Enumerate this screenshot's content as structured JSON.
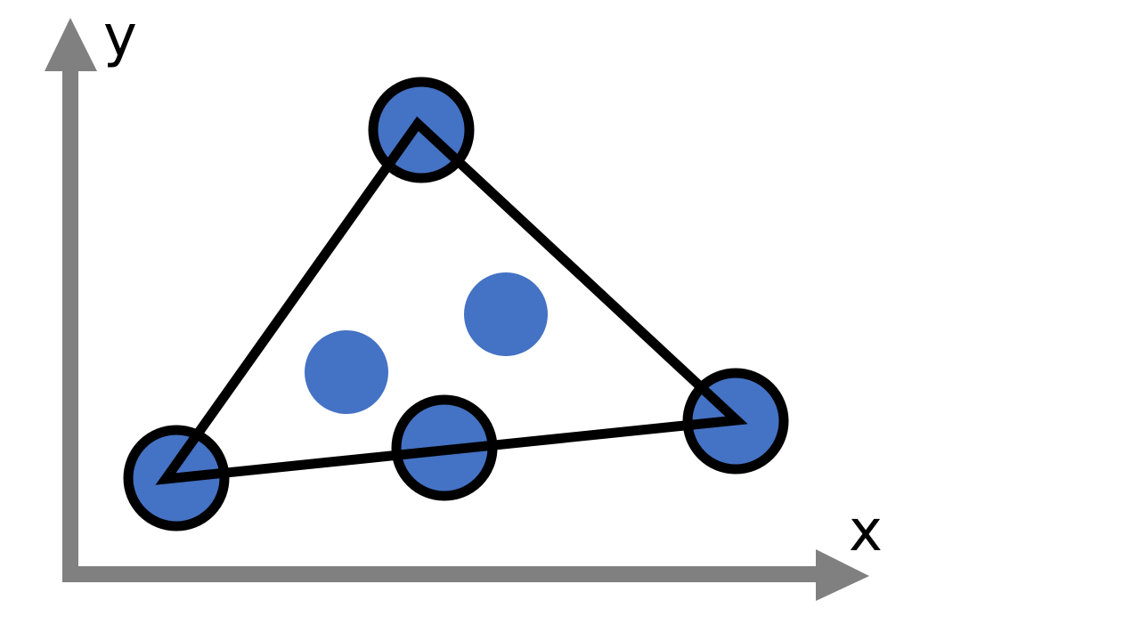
{
  "axes": {
    "x_label": "x",
    "y_label": "y",
    "color": "#808080"
  },
  "triangle": {
    "stroke_color": "#000000"
  },
  "points": {
    "fill_color": "#4472c4",
    "outline_color": "#000000",
    "hull_vertices": [
      {
        "name": "vertex-bottom-left",
        "outlined": true
      },
      {
        "name": "vertex-top",
        "outlined": true
      },
      {
        "name": "vertex-right",
        "outlined": true
      },
      {
        "name": "edge-point-bottom",
        "outlined": true
      }
    ],
    "interior": [
      {
        "name": "interior-point-left",
        "outlined": false
      },
      {
        "name": "interior-point-right",
        "outlined": false
      }
    ]
  }
}
